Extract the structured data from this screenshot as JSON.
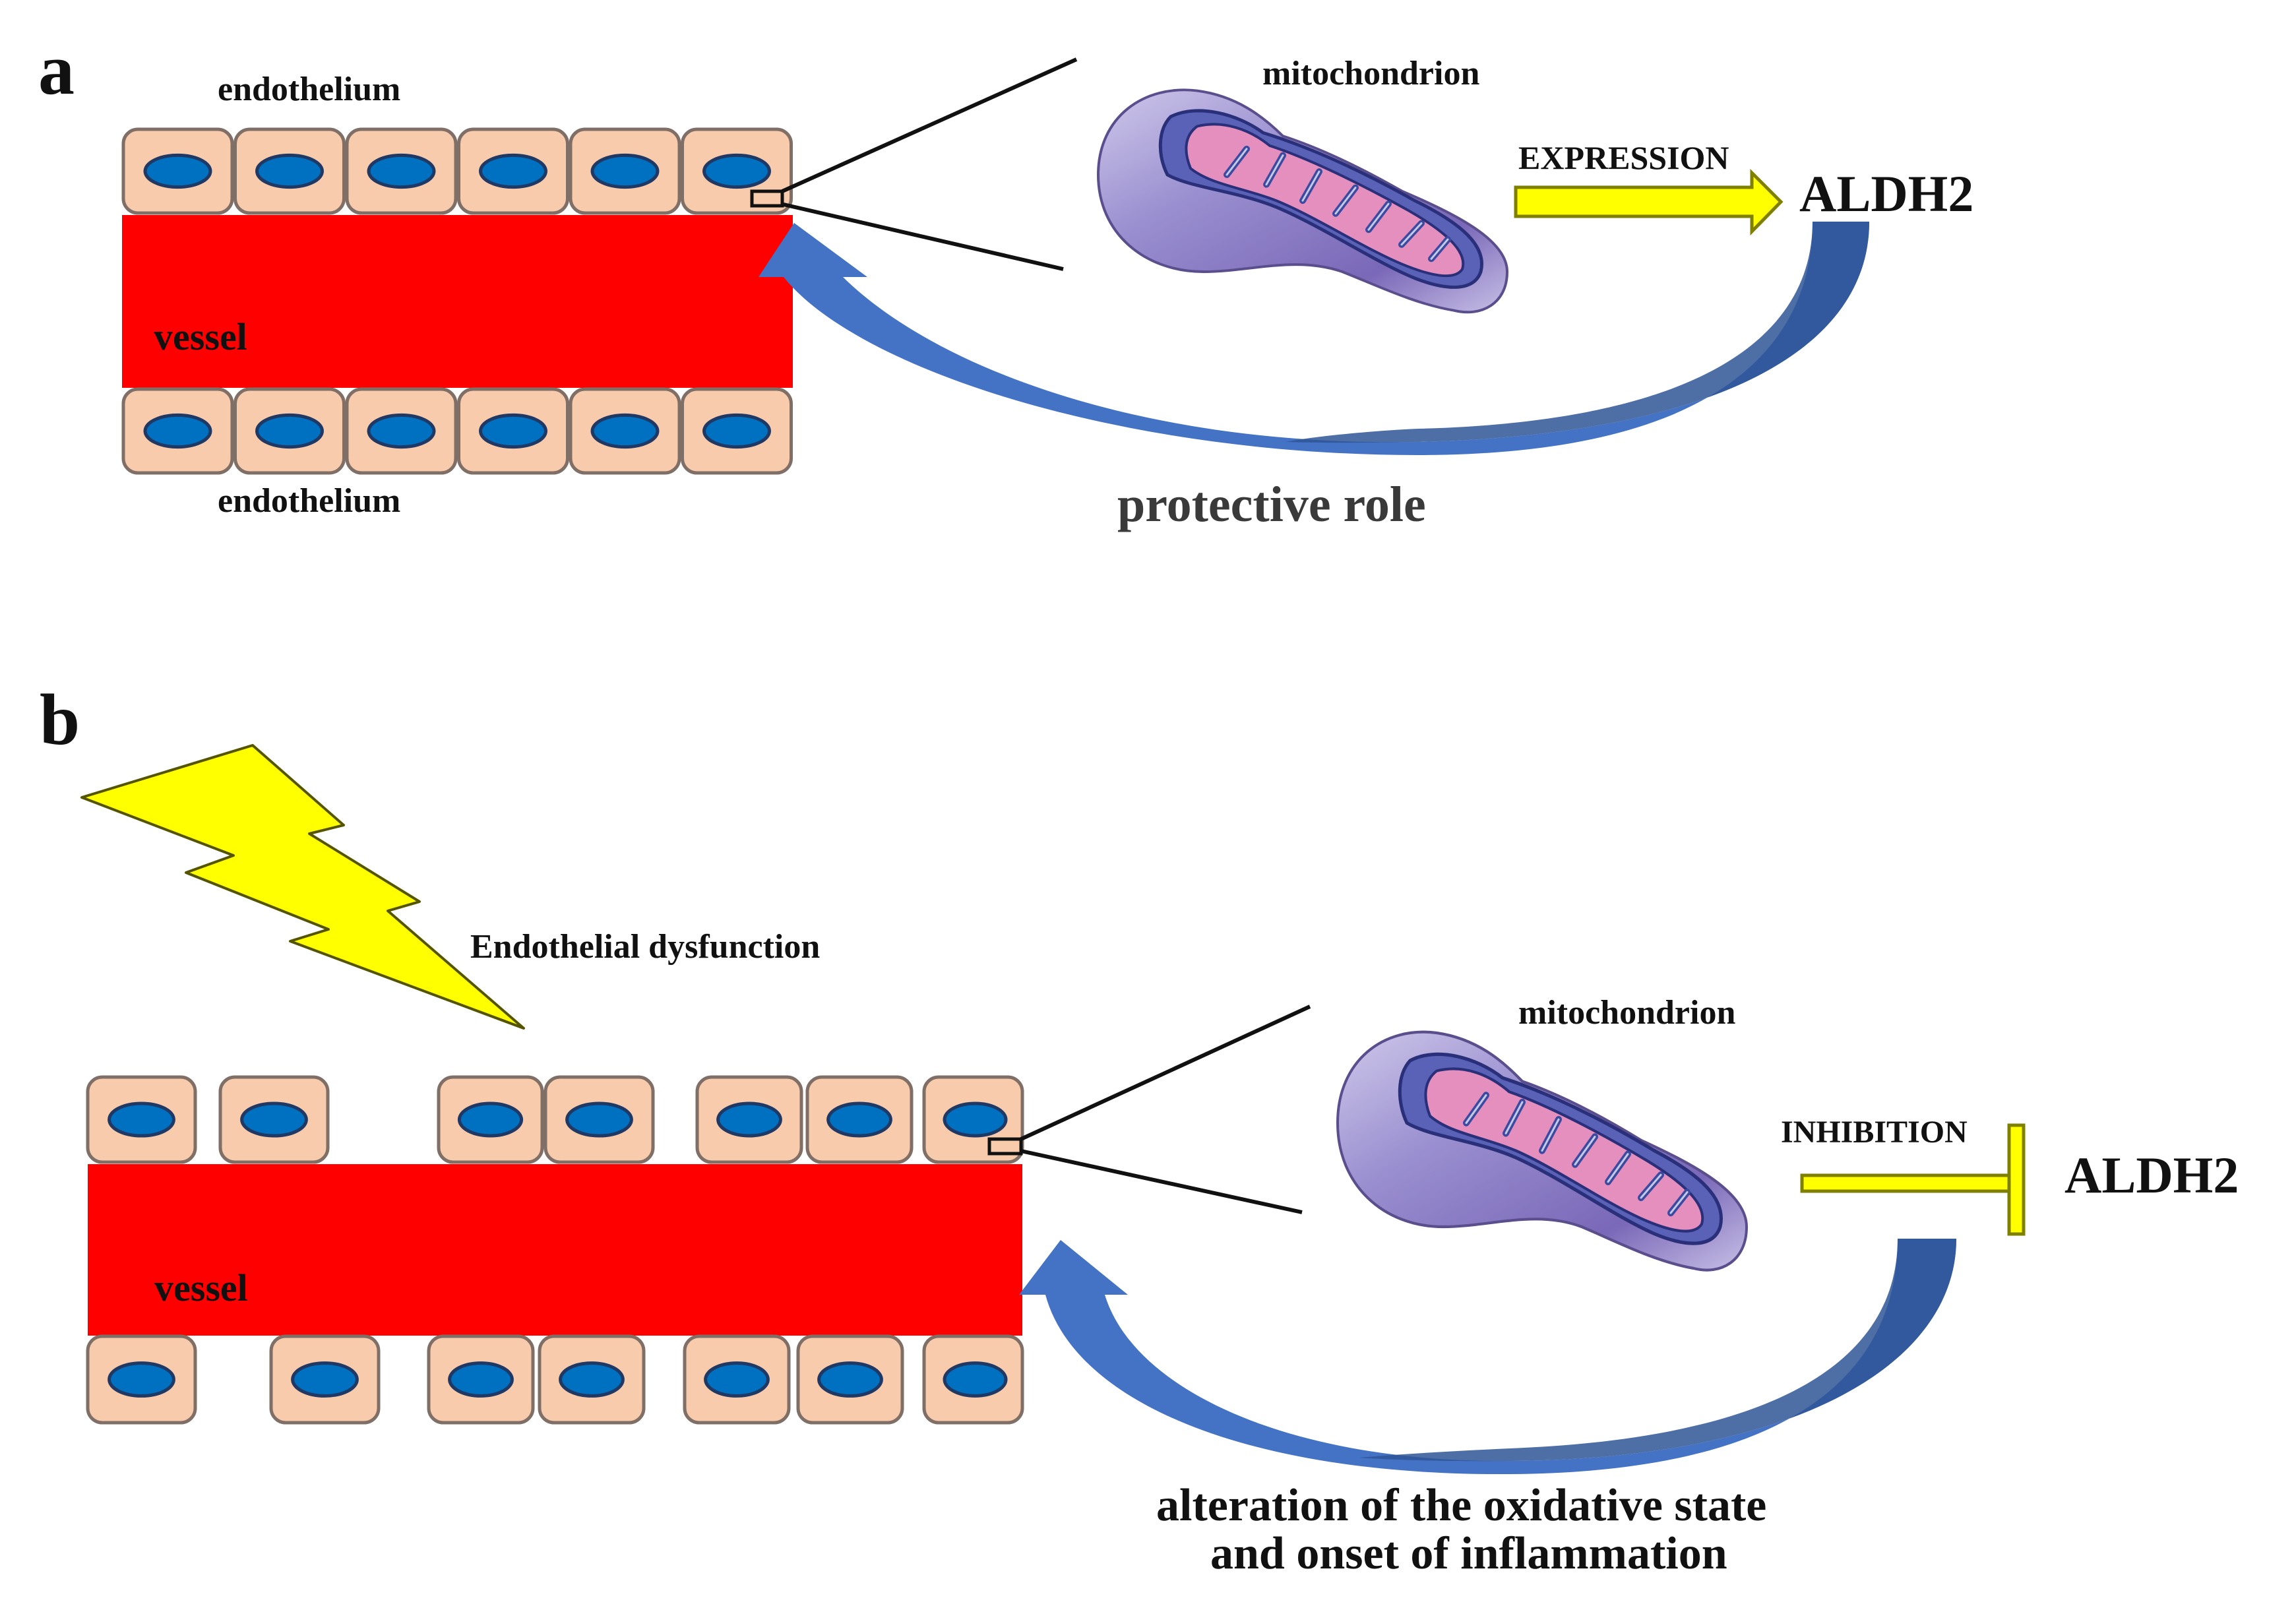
{
  "figure": {
    "panels": [
      {
        "id": "a",
        "letter": "a",
        "labels": {
          "endothelium_top": "endothelium",
          "endothelium_bottom": "endothelium",
          "vessel": "vessel",
          "mitochondrion": "mitochondrion",
          "relation": "EXPRESSION",
          "target": "ALDH2",
          "effect": "protective role"
        },
        "relation_type": "activation-arrow",
        "endothelium": {
          "top_cells": 6,
          "bottom_cells": 6,
          "continuous": true
        }
      },
      {
        "id": "b",
        "letter": "b",
        "labels": {
          "stimulus": "Endothelial dysfunction",
          "vessel": "vessel",
          "mitochondrion": "mitochondrion",
          "relation": "INHIBITION",
          "target": "ALDH2",
          "effect_line1": "alteration of the oxidative state",
          "effect_line2": "and onset of inflammation"
        },
        "relation_type": "inhibition-bar",
        "stimulus_icon": "lightning-bolt-icon",
        "endothelium": {
          "top_cells": 7,
          "bottom_cells": 7,
          "continuous": false
        }
      }
    ],
    "colors": {
      "vessel": "#ff0000",
      "cell_fill": "#f8cbad",
      "cell_stroke": "#7f6f66",
      "nucleus": "#0070c0",
      "nucleus_stroke": "#1f3864",
      "arrow_yellow": "#ffff00",
      "arrow_yellow_stroke": "#7f7f00",
      "feedback_blue": "#4472c4",
      "feedback_blue_dark": "#2f5597",
      "mito_outer": "#8a7fc4",
      "mito_inner": "#e58fbf",
      "text": "#111111"
    }
  }
}
